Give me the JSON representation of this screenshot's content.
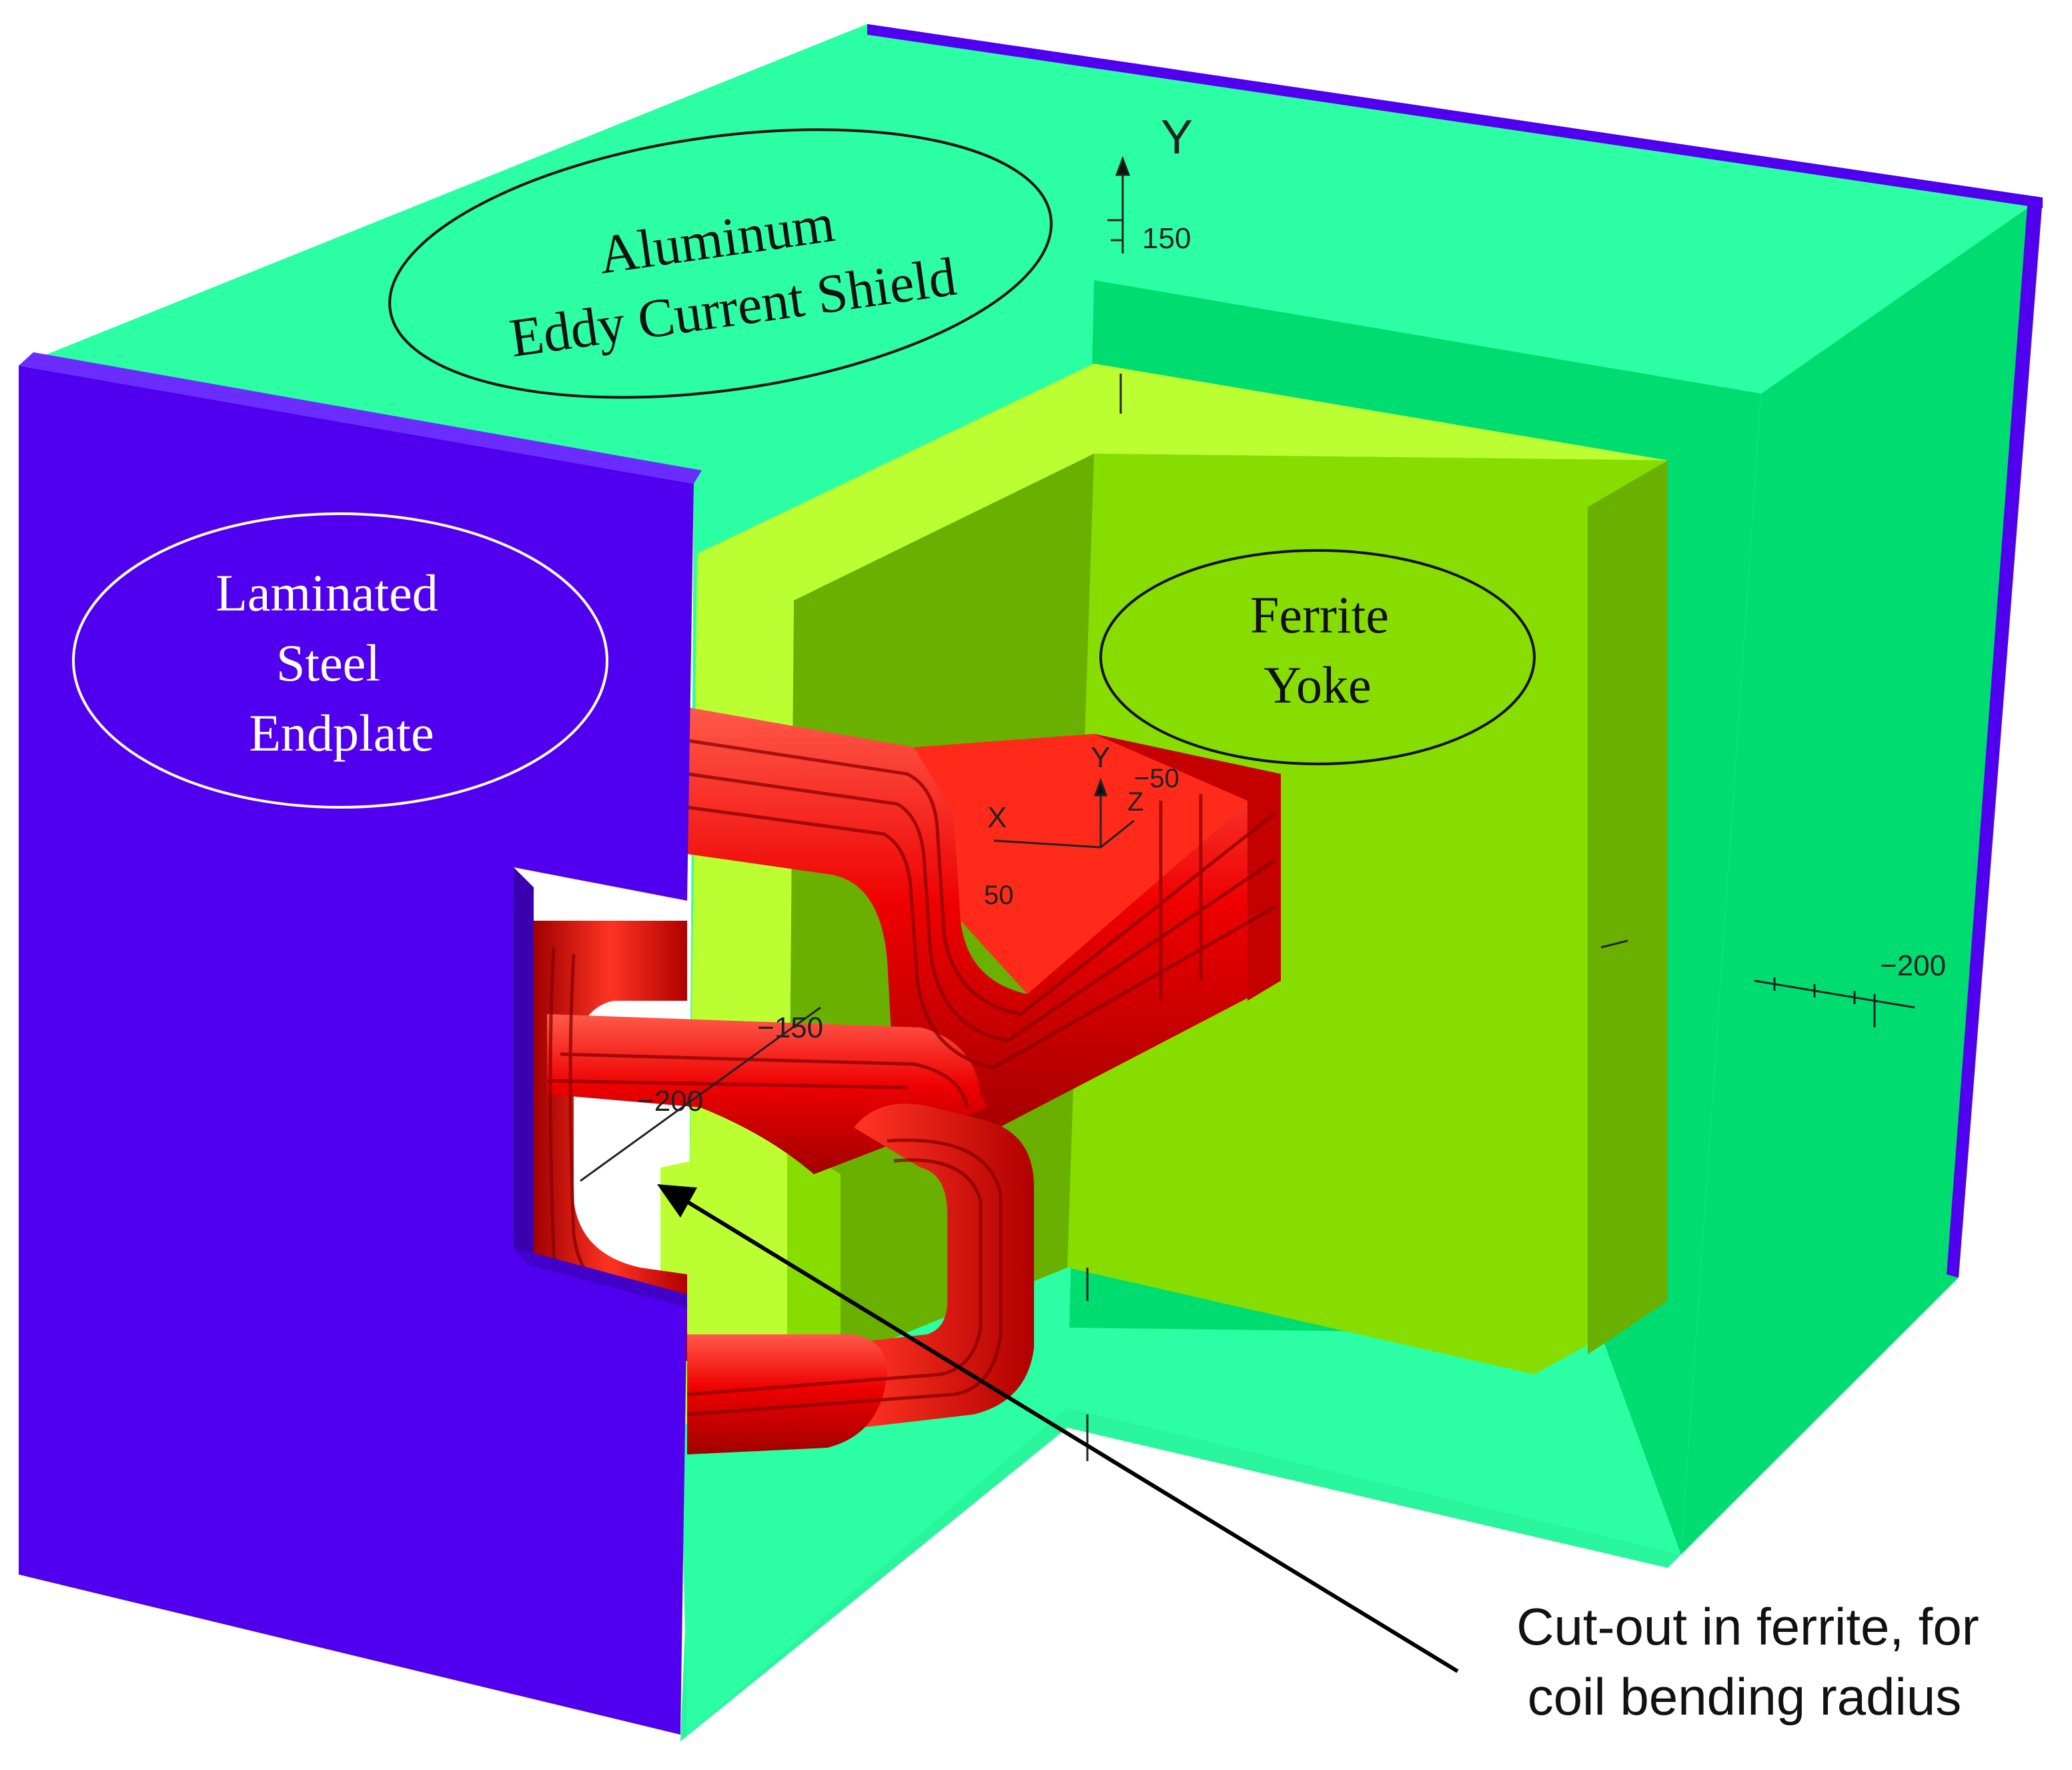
{
  "labels": {
    "shield_line1": "Aluminum",
    "shield_line2": "Eddy Current Shield",
    "endplate_line1": "Laminated",
    "endplate_line2": "Steel",
    "endplate_line3": "Endplate",
    "yoke_line1": "Ferrite",
    "yoke_line2": "Yoke",
    "cutout_line1": "Cut-out in ferrite, for",
    "cutout_line2": "coil bending radius"
  },
  "axes": {
    "y_axis_label": "Y",
    "y_tick_150": "150",
    "right_tick_neg200": "−200",
    "coil_axis_y": "Y",
    "coil_axis_x": "X",
    "coil_axis_z": "Z",
    "coil_tick_neg50": "−50",
    "coil_tick_50": "50",
    "front_tick_neg150": "−150",
    "front_tick_neg200": "−200"
  },
  "colors": {
    "endplate": "#5000EE",
    "shield_top": "#2CFFA3",
    "shield_side": "#00DD70",
    "ferrite": "#88DD00",
    "ferrite_light": "#BBFF33",
    "ferrite_dark": "#6AB000",
    "coil": "#EE0000"
  }
}
